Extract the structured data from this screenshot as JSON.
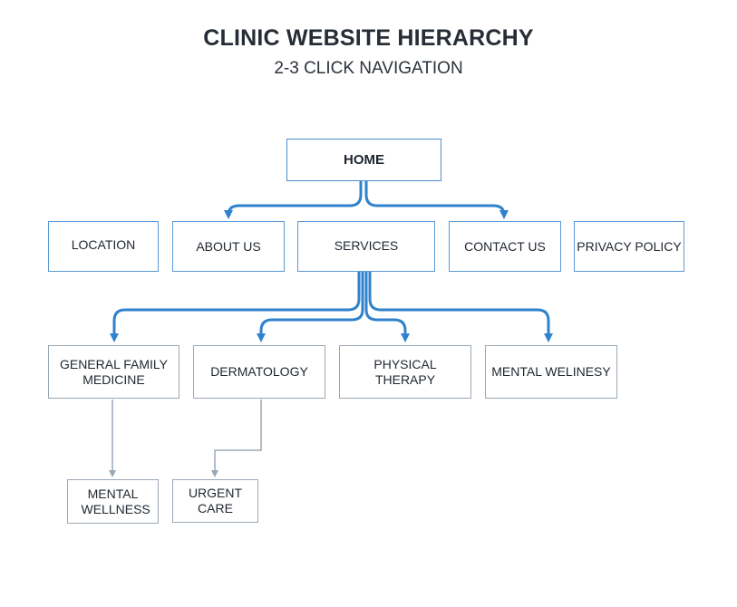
{
  "header": {
    "title": "CLINIC WEBSITE HIERARCHY",
    "subtitle": "2-3 CLICK NAVIGATION"
  },
  "home": {
    "label": "HOME"
  },
  "level1": [
    {
      "id": "location",
      "label": "LOCATION"
    },
    {
      "id": "about-us",
      "label": "ABOUT US"
    },
    {
      "id": "services",
      "label": "SERVICES"
    },
    {
      "id": "contact-us",
      "label": "CONTACT US"
    },
    {
      "id": "privacy-policy",
      "label": "PRIVACY POLICY"
    }
  ],
  "services_children": [
    {
      "id": "general-family-medicine",
      "label": "GENERAL FAMILY MEDICINE"
    },
    {
      "id": "dermatology",
      "label": "DERMATOLOGY"
    },
    {
      "id": "physical-therapy",
      "label": "PHYSICAL THERAPY"
    },
    {
      "id": "mental-welinesy",
      "label": "MENTAL WELINESY"
    }
  ],
  "level3": [
    {
      "id": "mental-wellness",
      "label": "MENTAL WELLNESS"
    },
    {
      "id": "urgent-care",
      "label": "URGENT CARE"
    }
  ],
  "colors": {
    "primary_connector": "#2f82cc",
    "secondary_connector": "#9aa8b6",
    "node_border": "#5b9bd5"
  }
}
